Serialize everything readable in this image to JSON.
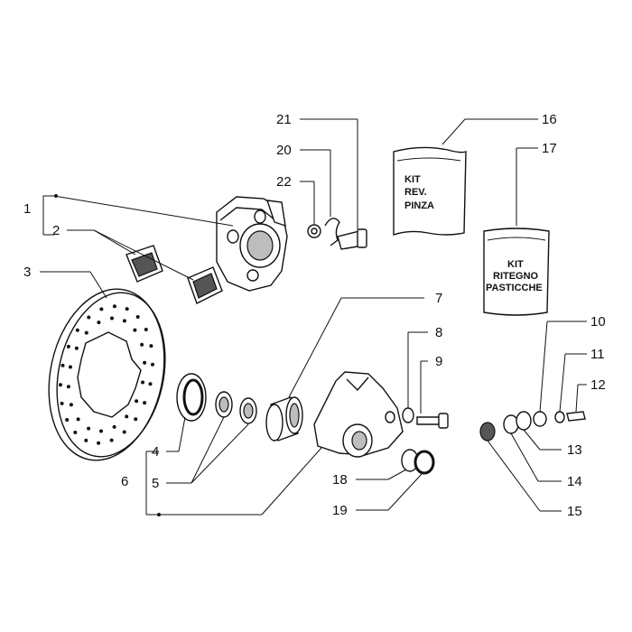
{
  "callouts": [
    "1",
    "2",
    "3",
    "4",
    "5",
    "6",
    "7",
    "8",
    "9",
    "10",
    "11",
    "12",
    "13",
    "14",
    "15",
    "16",
    "17",
    "18",
    "19",
    "20",
    "21",
    "22"
  ],
  "kits": {
    "k16": {
      "lines": [
        "KIT",
        "REV.",
        "PINZA"
      ]
    },
    "k17": {
      "lines": [
        "KIT",
        "RITEGNO",
        "PASTICCHE"
      ]
    }
  }
}
